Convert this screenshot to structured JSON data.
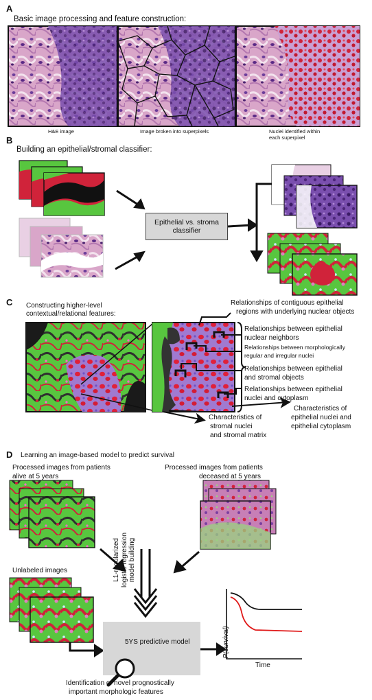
{
  "panel_a": {
    "letter": "A",
    "heading": "Basic image processing and feature construction:",
    "captions": [
      "H&E image",
      "Image broken into superpixels",
      "Nuclei identified within",
      "each superpixel"
    ]
  },
  "panel_b": {
    "letter": "B",
    "heading": "Building an epithelial/stromal classifier:",
    "classifier_lines": [
      "Epithelial vs. stroma",
      "classifier"
    ]
  },
  "panel_c": {
    "letter": "C",
    "heading_lines": [
      "Constructing higher-level",
      "contextual/relational features:"
    ],
    "annotations": [
      "Relationships of contiguous epithelial",
      "regions with underlying nuclear objects",
      "Relationships between epithelial",
      "nuclear neighbors",
      "Relationships between morphologically",
      "regular and irregular nuclei",
      "Relationships between epithelial",
      "and stromal objects",
      "Relationships between epithelial",
      "nuclei and cytoplasm",
      "Characteristics of",
      "epithelial nuclei and",
      "epithelial cytoplasm",
      "Characteristics of",
      "stromal nuclei",
      "and stromal matrix"
    ]
  },
  "panel_d": {
    "letter": "D",
    "heading": "Learning an image-based model to predict survival",
    "alive_lines": [
      "Processed images from patients",
      "alive at 5 years"
    ],
    "deceased_lines": [
      "Processed images from patients",
      "deceased at 5 years"
    ],
    "unlabeled": "Unlabeled images",
    "regression_lines": [
      "L1-regularized",
      "logistic regression",
      "model building"
    ],
    "model_box": "5YS predictive model",
    "ylabel": "P(survival)",
    "xlabel": "Time",
    "footer_lines": [
      "Identification of novel prognostically",
      "important morphologic features"
    ]
  },
  "colors": {
    "he_pink": "#d9a6c9",
    "he_purple": "#6b3d9a",
    "stroma_green": "#58c63f",
    "epi_red": "#d0233a",
    "box_gray": "#d7d7d7",
    "curve_black": "#111111",
    "curve_red": "#e01b1b"
  }
}
